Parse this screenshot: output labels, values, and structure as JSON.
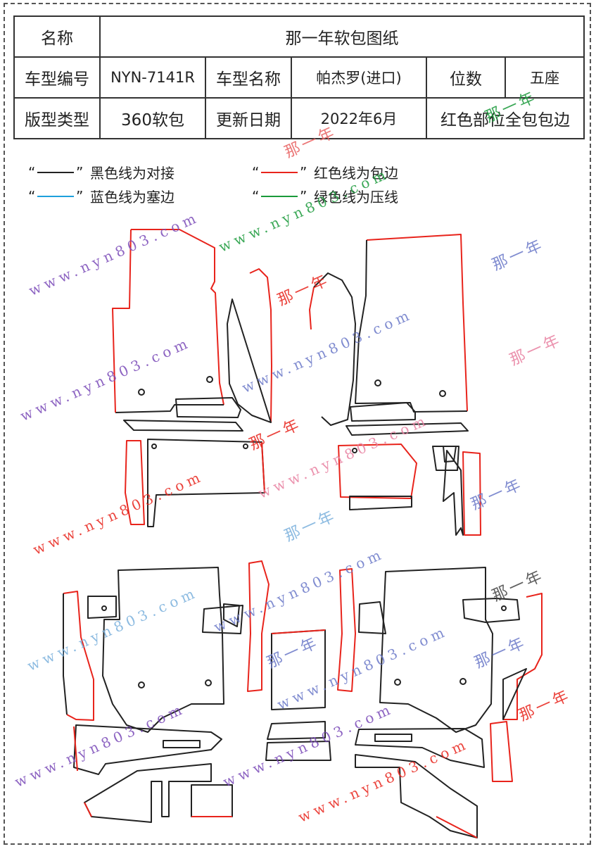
{
  "table": {
    "row1": {
      "label": "名称",
      "value": "那一年软包图纸"
    },
    "row2": {
      "model_no_label": "车型编号",
      "model_no": "NYN-7141R",
      "model_name_label": "车型名称",
      "model_name": "帕杰罗(进口)",
      "seats_label": "位数",
      "seats": "五座"
    },
    "row3": {
      "type_label": "版型类型",
      "type": "360软包",
      "date_label": "更新日期",
      "date": "2022年6月",
      "note": "红色部位全包包边"
    }
  },
  "legend": [
    {
      "quote_open": "“",
      "quote_close": "”",
      "color": "#222222",
      "text": "黑色线为对接"
    },
    {
      "quote_open": "“",
      "quote_close": "”",
      "color": "#e8241c",
      "text": "红色线为包边"
    },
    {
      "quote_open": "“",
      "quote_close": "”",
      "color": "#1ea0dc",
      "text": "蓝色线为塞边"
    },
    {
      "quote_open": "“",
      "quote_close": "”",
      "color": "#1a9a3a",
      "text": "绿色线为压线"
    }
  ],
  "watermarks": {
    "url": "www.nyn803.com",
    "brand": "那一年"
  },
  "colors": {
    "black_line": "#222222",
    "red_line": "#e8241c",
    "border": "#333333"
  }
}
